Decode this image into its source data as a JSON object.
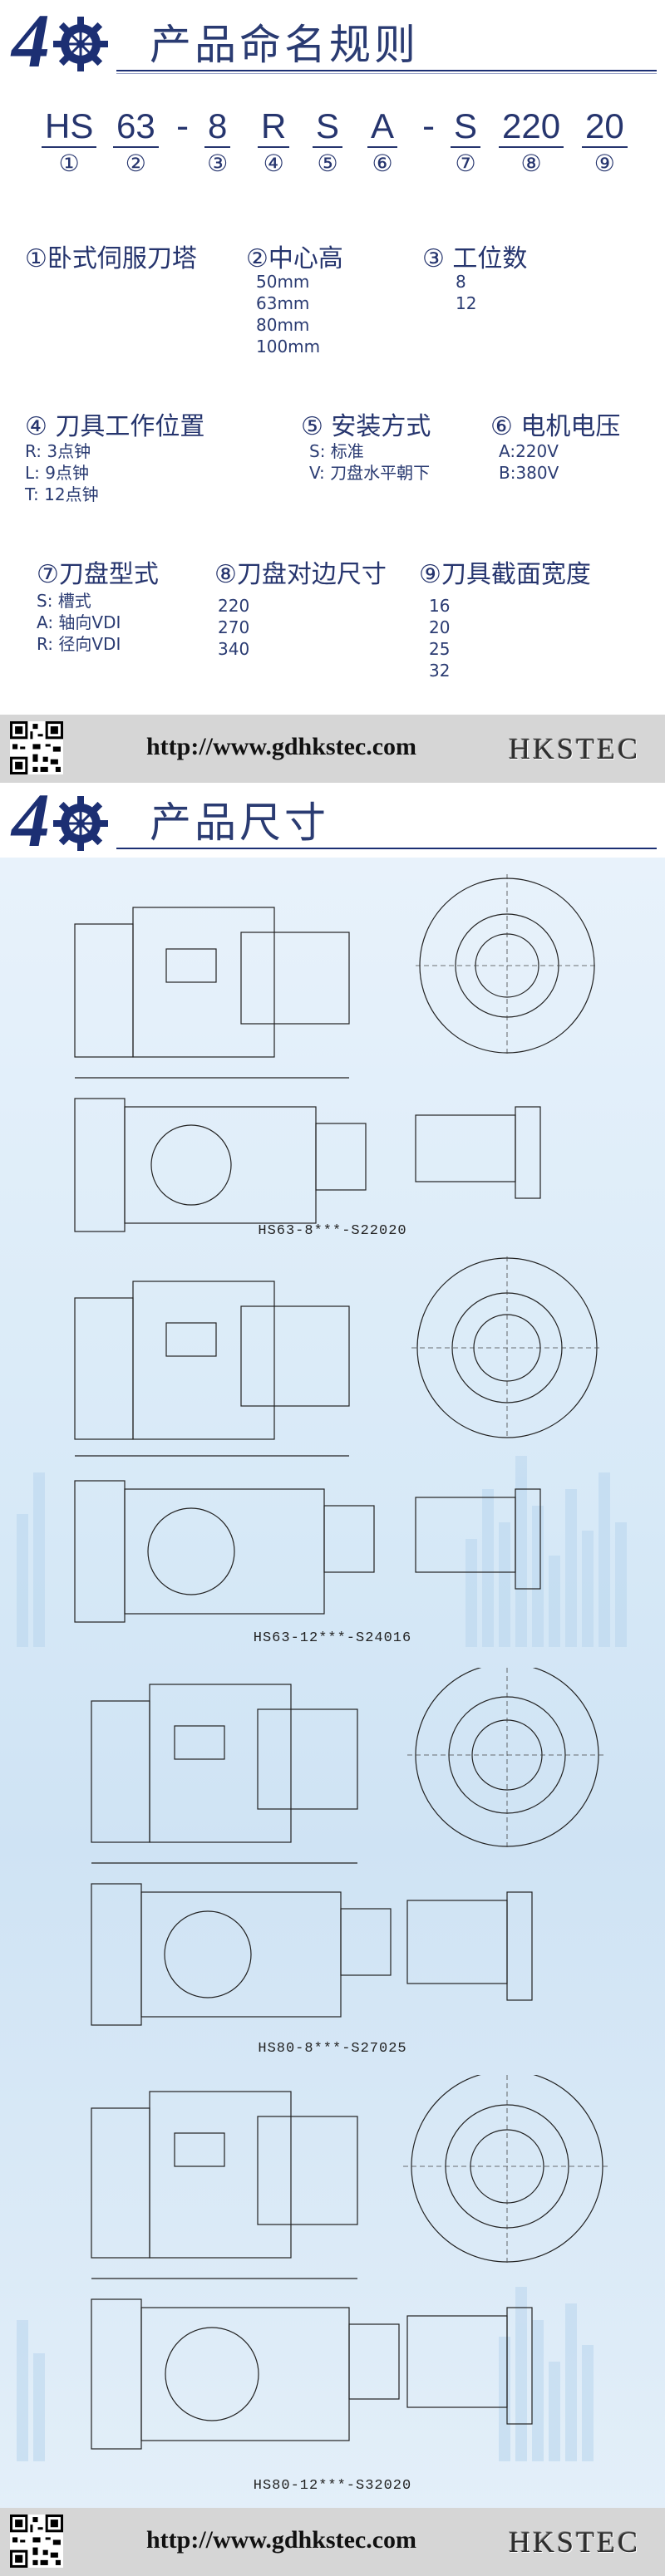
{
  "naming": {
    "title": "产品命名规则",
    "code_parts": [
      {
        "text": "HS",
        "num": "①"
      },
      {
        "text": "63",
        "num": "②"
      },
      {
        "text": "8",
        "num": "③"
      },
      {
        "text": "R",
        "num": "④"
      },
      {
        "text": "S",
        "num": "⑤"
      },
      {
        "text": "A",
        "num": "⑥"
      },
      {
        "text": "S",
        "num": "⑦"
      },
      {
        "text": "220",
        "num": "⑧"
      },
      {
        "text": "20",
        "num": "⑨"
      }
    ],
    "separators": [
      "-",
      "-"
    ],
    "specs": [
      {
        "title": "①卧式伺服刀塔",
        "items": []
      },
      {
        "title": "②中心高",
        "items": [
          "50mm",
          "63mm",
          "80mm",
          "100mm"
        ]
      },
      {
        "title": "③ 工位数",
        "items": [
          "8",
          "12"
        ]
      },
      {
        "title": "④ 刀具工作位置",
        "items": [
          "R:  3点钟",
          "L:  9点钟",
          "T:   12点钟"
        ]
      },
      {
        "title": "⑤ 安装方式",
        "items": [
          "S:   标准",
          "V:   刀盘水平朝下"
        ]
      },
      {
        "title": "⑥ 电机电压",
        "items": [
          "A:220V",
          "B:380V"
        ]
      },
      {
        "title": "⑦刀盘型式",
        "items": [
          "S:   槽式",
          "A:   轴向VDI",
          "R:   径向VDI"
        ]
      },
      {
        "title": "⑧刀盘对边尺寸",
        "items": [
          "220",
          "270",
          "340"
        ]
      },
      {
        "title": "⑨刀具截面宽度",
        "items": [
          "16",
          "20",
          "25",
          "32"
        ]
      }
    ]
  },
  "footer": {
    "url": "http://www.gdhkstec.com",
    "brand": "HKSTEC"
  },
  "dimensions": {
    "title": "产品尺寸",
    "drawings": [
      {
        "label": "HS63-8***-S22020"
      },
      {
        "label": "HS63-12***-S24016"
      },
      {
        "label": "HS80-8***-S27025"
      },
      {
        "label": "HS80-12***-S32020"
      }
    ]
  },
  "colors": {
    "brand_blue": "#1c2f73",
    "footer_grey": "#d6d6d6",
    "drawing_bg": "#d7e9f7"
  },
  "icons": [
    "gear-icon",
    "qr-code-icon"
  ]
}
